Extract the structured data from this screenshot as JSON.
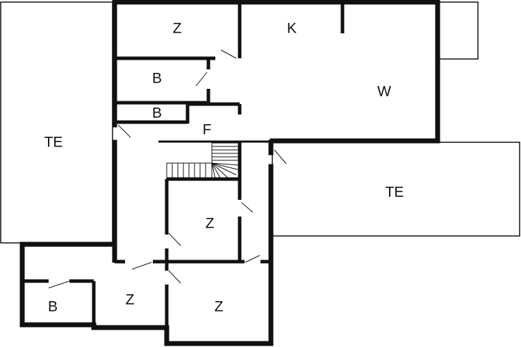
{
  "plan": {
    "rooms": [
      {
        "id": "z-top",
        "label": "Z"
      },
      {
        "id": "k",
        "label": "K"
      },
      {
        "id": "b-upper",
        "label": "B"
      },
      {
        "id": "w",
        "label": "W"
      },
      {
        "id": "b-small",
        "label": "B"
      },
      {
        "id": "f",
        "label": "F"
      },
      {
        "id": "te-left",
        "label": "TE"
      },
      {
        "id": "te-right",
        "label": "TE"
      },
      {
        "id": "z-middle",
        "label": "Z"
      },
      {
        "id": "z-lower-left",
        "label": "Z"
      },
      {
        "id": "z-lower-right",
        "label": "Z"
      },
      {
        "id": "b-lower",
        "label": "B"
      }
    ]
  }
}
